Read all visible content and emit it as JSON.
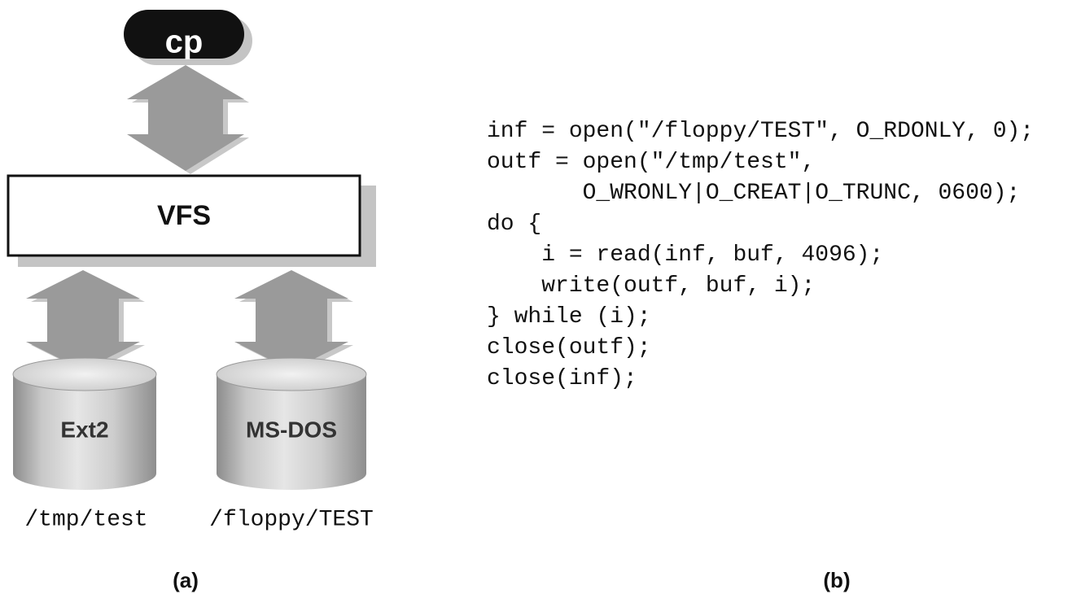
{
  "diagram_a": {
    "process_label": "cp",
    "vfs_label": "VFS",
    "filesystems": [
      {
        "label": "Ext2",
        "path": "/tmp/test"
      },
      {
        "label": "MS-DOS",
        "path": "/floppy/TEST"
      }
    ],
    "caption": "(a)"
  },
  "diagram_b": {
    "code_lines": [
      "inf = open(\"/floppy/TEST\", O_RDONLY, 0);",
      "outf = open(\"/tmp/test\",",
      "       O_WRONLY|O_CREAT|O_TRUNC, 0600);",
      "do {",
      "    i = read(inf, buf, 4096);",
      "    write(outf, buf, i);",
      "} while (i);",
      "close(outf);",
      "close(inf);"
    ],
    "caption": "(b)"
  },
  "colors": {
    "arrow": "#9a9a9a",
    "shadow": "#c4c4c4",
    "pill": "#111111",
    "box_border": "#111111"
  }
}
